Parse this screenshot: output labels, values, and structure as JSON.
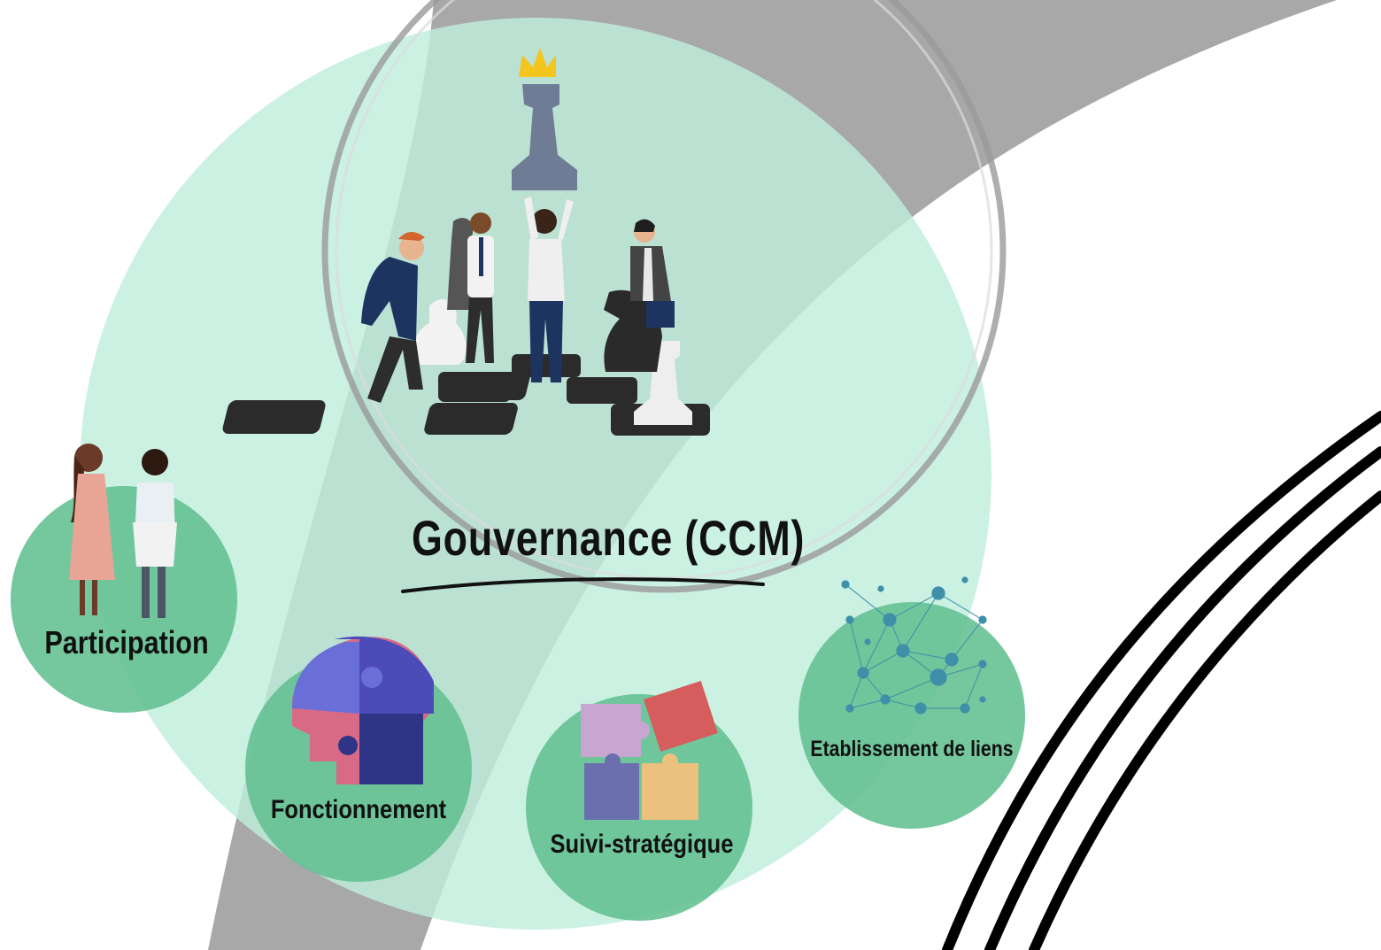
{
  "main": {
    "title": "Gouvernance (CCM)",
    "title_icon": "chess-team-icon",
    "color_main": "#c8f0de",
    "color_sub": "#62bf91"
  },
  "nodes": [
    {
      "label": "Participation",
      "icon": "women-people-icon"
    },
    {
      "label": "Fonctionnement",
      "icon": "head-puzzle-icon"
    },
    {
      "label": "Suivi-stratégique",
      "icon": "puzzle-pieces-icon"
    },
    {
      "label": "Etablissement de liens",
      "icon": "network-icon"
    }
  ]
}
